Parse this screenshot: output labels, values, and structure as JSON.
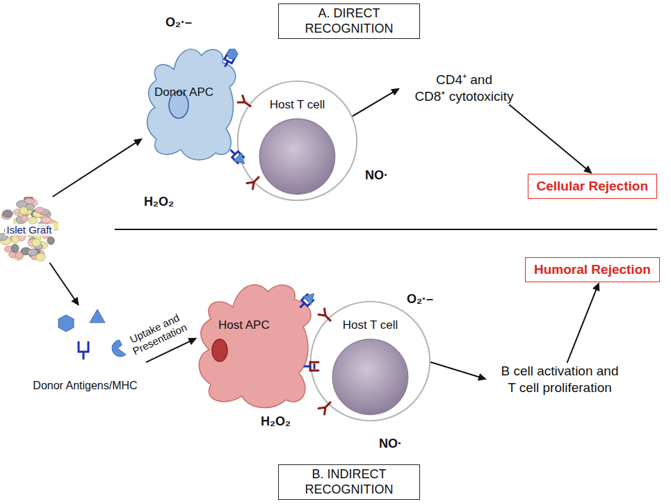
{
  "diagram": {
    "nodes": [
      {
        "text": [
          "A. DIRECT RECOGNITION"
        ]
      },
      {
        "text": [
          "Islet Graft"
        ]
      },
      {
        "text": [
          "Donor APC"
        ]
      },
      {
        "text": [
          "Host T cell"
        ]
      },
      {
        "text": [
          "CD4⁺ and CD8⁺ cytotoxicity"
        ]
      },
      {
        "text": [
          "Cellular Rejection"
        ]
      },
      {
        "text": [
          "Humoral Rejection"
        ]
      },
      {
        "text": [
          "Donor Antigens/MHC"
        ]
      },
      {
        "text": [
          "Host APC"
        ]
      },
      {
        "text": [
          "Host T cell"
        ]
      },
      {
        "text": [
          "B cell activation and T cell proliferation"
        ]
      },
      {
        "text": [
          "B. INDIRECT RECOGNITION"
        ]
      }
    ],
    "edges": [
      {
        "from": 1,
        "to": 2,
        "arrow": "to"
      },
      {
        "from": 3,
        "to": 4,
        "arrow": "to"
      },
      {
        "from": 4,
        "to": 5,
        "arrow": "to"
      },
      {
        "from": 1,
        "to": 7,
        "arrow": "to"
      },
      {
        "from": 7,
        "to": 8,
        "label": "Uptake and Presentation",
        "arrow": "to"
      },
      {
        "from": 9,
        "to": 10,
        "arrow": "to"
      },
      {
        "from": 10,
        "to": 6,
        "arrow": "to"
      }
    ],
    "labels": [
      "O₂·–",
      "H₂O₂",
      "NO·",
      "O₂·–",
      "H₂O₂",
      "NO·"
    ]
  }
}
